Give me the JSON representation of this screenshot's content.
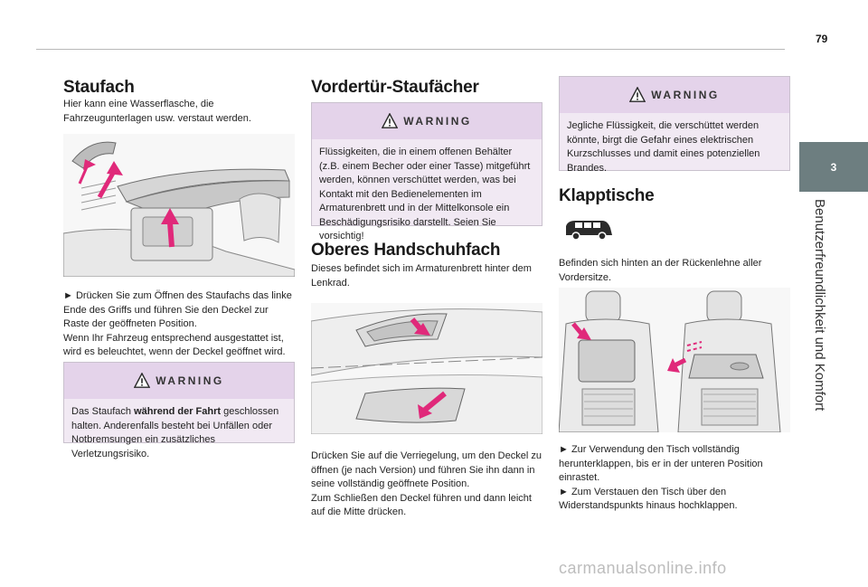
{
  "page_number": "79",
  "chapter_number": "3",
  "chapter_title": "Benutzerfreundlichkeit und Komfort",
  "icons": {
    "warning": "warning-triangle-icon",
    "arrow": "arrow-right-icon",
    "van": "van-icon"
  },
  "colors": {
    "warning_bg": "#f1e9f3",
    "warning_head": "#e4d3ea",
    "side_tab": "#6d7e80",
    "arrow": "#e0297a"
  },
  "col1": {
    "title": "Staufach",
    "intro": "Hier kann eine Wasserflasche, die Fahrzeugunterlagen usw. verstaut werden.",
    "instr_1": "Drücken Sie zum Öffnen des Staufachs das linke Ende des Griffs und führen Sie den Deckel zur Raste der geöffneten Position.",
    "instr_2": "Wenn Ihr Fahrzeug entsprechend ausgestattet ist, wird es beleuchtet, wenn der Deckel geöffnet wird.",
    "warning_title": "WARNING",
    "warning_pre": "Das Staufach ",
    "warning_bold": "während der Fahrt",
    "warning_post": " geschlossen halten. Anderenfalls besteht bei Unfällen oder Notbremsungen ein zusätzliches Verletzungsrisiko."
  },
  "col2": {
    "title": "Vordertür-Staufächer",
    "warning_title": "WARNING",
    "warning_text": "Flüssigkeiten, die in einem offenen Behälter (z.B. einem Becher oder einer Tasse) mitgeführt werden, können verschüttet werden, was bei Kontakt mit den Bedienelementen im Armaturenbrett und in der Mittelkonsole ein Beschädigungsrisiko darstellt. Seien Sie vorsichtig!",
    "title_2": "Oberes Handschuhfach",
    "intro_2": "Dieses befindet sich im Armaturenbrett hinter dem Lenkrad.",
    "instr_1": "Drücken Sie auf die Verriegelung, um den Deckel zu öffnen (je nach Version) und führen Sie ihn dann in seine vollständig geöffnete Position.",
    "instr_2": "Zum Schließen den Deckel führen und dann leicht auf die Mitte drücken."
  },
  "col3": {
    "warning_title": "WARNING",
    "warning_text": "Jegliche Flüssigkeit, die verschüttet werden könnte, birgt die Gefahr eines elektrischen Kurzschlusses und damit eines potenziellen Brandes.",
    "title": "Klapptische",
    "intro": "Befinden sich hinten an der Rückenlehne aller Vordersitze.",
    "instr_1": "Zur Verwendung den Tisch vollständig herunterklappen, bis er in der unteren Position einrastet.",
    "instr_2": "Zum Verstauen den Tisch über den Widerstandspunkts hinaus hochklappen."
  },
  "watermark": "carmanualsonline.info"
}
